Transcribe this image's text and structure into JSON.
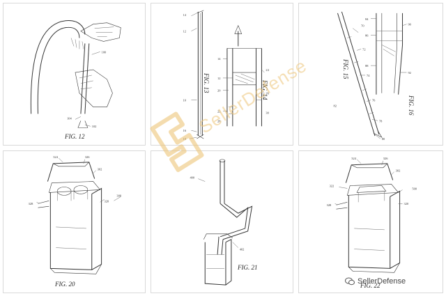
{
  "figures": {
    "fig12": {
      "label": "FIG. 12",
      "refs": [
        "100",
        "104",
        "102"
      ]
    },
    "fig13": {
      "label": "FIG. 13",
      "refs": [
        "14",
        "12",
        "10",
        "16",
        "18"
      ]
    },
    "fig14": {
      "label": "FIG. 14",
      "refs": [
        "14",
        "12",
        "20",
        "22",
        "24",
        "26",
        "28",
        "30"
      ]
    },
    "fig15": {
      "label": "FIG. 15",
      "refs": [
        "70",
        "72",
        "74",
        "76",
        "78",
        "80",
        "82"
      ]
    },
    "fig16": {
      "label": "FIG. 16",
      "refs": [
        "84",
        "86",
        "88",
        "90",
        "92"
      ]
    },
    "fig20": {
      "label": "FIG. 20",
      "refs": [
        "324",
        "326",
        "302",
        "328",
        "300",
        "320"
      ]
    },
    "fig21": {
      "label": "FIG. 21",
      "refs": [
        "400",
        "402"
      ]
    },
    "fig22": {
      "label": "FIG. 22",
      "refs": [
        "324",
        "326",
        "302",
        "322",
        "500",
        "328",
        "320"
      ]
    }
  },
  "watermark": {
    "text": "SellerDefense",
    "color": "#ECC578"
  },
  "credit": {
    "text": "SellerDefense",
    "icon": "wechat-icon"
  }
}
